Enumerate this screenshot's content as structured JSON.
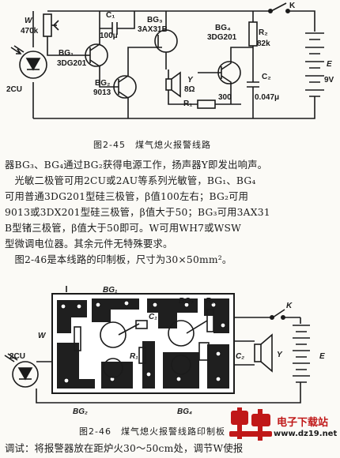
{
  "fig45": {
    "caption": "图2-45　煤气熄火报警线路",
    "labels": {
      "K": "K",
      "W": "W",
      "W_val": "470k",
      "C1": "C₁",
      "C1_val": "100μ",
      "BG3": "BG₃",
      "BG3_type": "3AX31B",
      "BG4": "BG₄",
      "BG4_type": "3DG201",
      "R2": "R₂",
      "R2_val": "82k",
      "BG1": "BG₁",
      "BG1_type": "3DG201",
      "BG2": "BG₂",
      "BG2_type": "9013",
      "Y": "Y",
      "Y_val": "8Ω",
      "R1": "R₁",
      "R1_val": "300",
      "C2": "C₂",
      "C2_val": "0.047μ",
      "E": "E",
      "E_val": "9V",
      "diode": "2CU"
    }
  },
  "body": {
    "lines": [
      "器BG₃、BG₄通过BG₂获得电源工作，扬声器Y即发出响声。",
      "　光敏二极管可用2CU或2AU等系列光敏管，BG₁、BG₄",
      "可用普通3DG201型硅三极管，β值100左右；BG₂可用",
      "9013或3DX201型硅三极管，β值大于50；BG₃可用3AX31",
      "B型锗三极管，β值大于50即可。W可用WH7或WSW",
      "型微调电位器。其余元件无特殊要求。",
      "　图2-46是本线路的印制板，尺寸为30×50mm²。"
    ]
  },
  "fig46": {
    "caption": "图2-46　煤气熄火报警线路印制板",
    "labels": {
      "BG1": "BG₁",
      "BG3": "BG₃",
      "R2": "R₂",
      "K": "K",
      "W": "W",
      "C1": "C₁",
      "R1": "R₁",
      "C2": "C₂",
      "Y": "Y",
      "E": "E",
      "diode": "2CU",
      "BG2": "BG₂",
      "BG4": "BG₄"
    }
  },
  "footer": {
    "text": "调试：将报警器放在距炉火30～50cm处，调节W使报"
  },
  "watermark": {
    "brand": "电子下载站",
    "site": "www.dz19.net"
  }
}
